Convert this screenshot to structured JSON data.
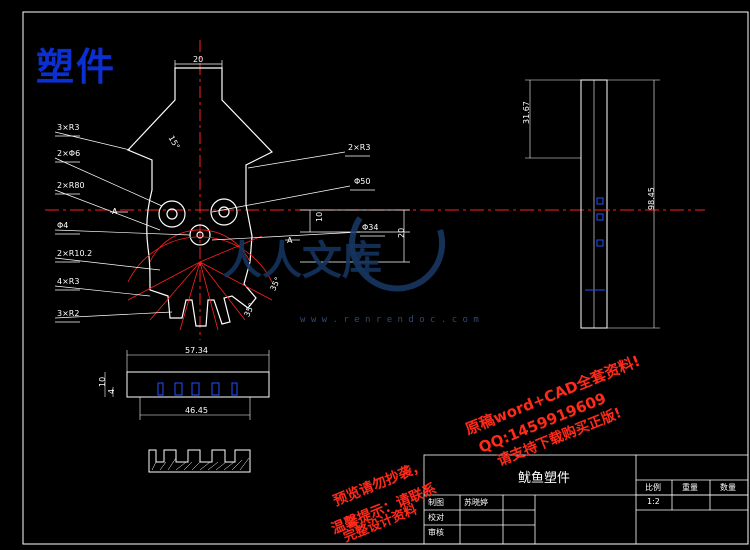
{
  "drawing_title": "塑件",
  "part_name": "鱿鱼塑件",
  "title_block": {
    "scale_label": "比例",
    "weight_label": "重量",
    "quantity_label": "数量",
    "scale_value": "1:2",
    "drawn_label": "制图",
    "drawn_by": "苏晓婷",
    "checked_label": "校对",
    "reviewed_label": "审核"
  },
  "callouts": {
    "r3_3": "3×R3",
    "d6_2": "2×Φ6",
    "r80_2": "2×R80",
    "d4": "Φ4",
    "r10_2": "2×R10.2",
    "r3_4": "4×R3",
    "r2_3": "3×R2",
    "r3_2": "2×R3",
    "d50": "Φ50",
    "d34": "Φ34"
  },
  "dimensions": {
    "top_width": "20",
    "angle_top": "35°",
    "side_gap": "10",
    "side_20": "20",
    "angle_bottom": "35°",
    "angle_small": "15°",
    "width_57": "57.34",
    "width_46": "46.45",
    "thk_10": "10",
    "thk_4": "4",
    "side_top": "31.67",
    "side_total": "98.45",
    "section_a": "A"
  },
  "watermark": {
    "logo_text": "人人文库",
    "url": "w w w . r e n r e n d o c . c o m",
    "line1": "原稿word+CAD全套资料!",
    "line2": "预览请勿抄袭，",
    "line3": "QQ:1459919609",
    "line4": "温馨提示：请联系",
    "line5": "请支持下载购买正版!",
    "line6": "完整设计资料"
  },
  "colors": {
    "outline": "#ffffff",
    "centerline": "#ff2020",
    "dim": "#ffffff",
    "title": "#0b2fd0",
    "watermark": "#ff2a1a",
    "blue_marks": "#2050ff"
  }
}
